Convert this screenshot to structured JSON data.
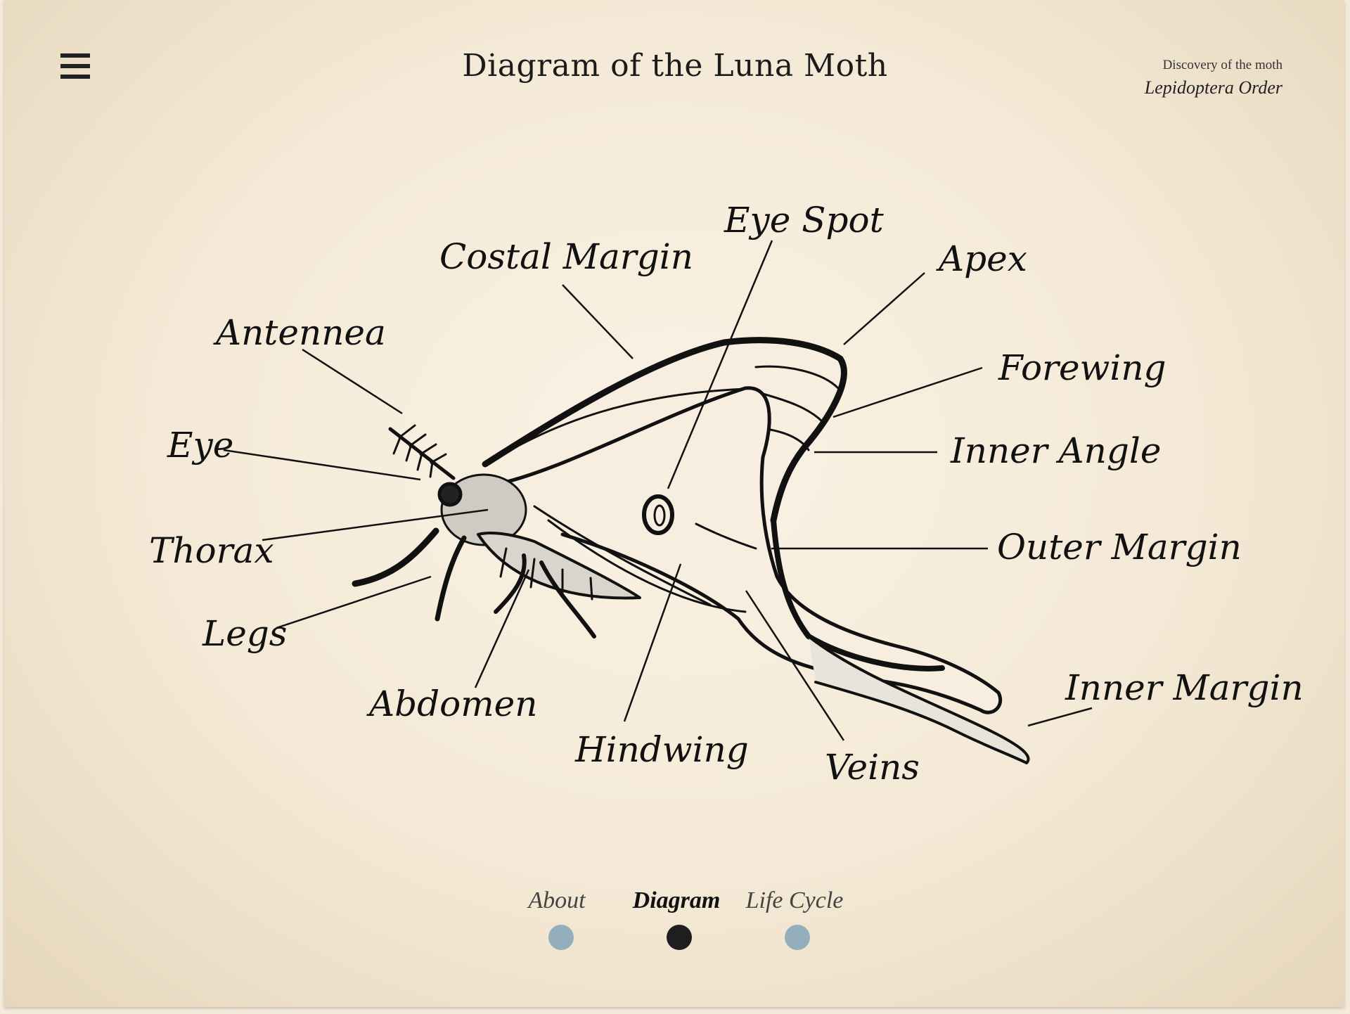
{
  "header": {
    "title": "Diagram of the Luna Moth",
    "menu_icon": "hamburger-menu-icon",
    "discovery_label": "Discovery of the moth",
    "order_label": "Lepidoptera Order"
  },
  "diagram": {
    "labels": [
      {
        "key": "eye_spot",
        "text": "Eye Spot"
      },
      {
        "key": "costal_margin",
        "text": "Costal Margin"
      },
      {
        "key": "apex",
        "text": "Apex"
      },
      {
        "key": "antennea",
        "text": "Antennea"
      },
      {
        "key": "forewing",
        "text": "Forewing"
      },
      {
        "key": "eye",
        "text": "Eye"
      },
      {
        "key": "inner_angle",
        "text": "Inner Angle"
      },
      {
        "key": "thorax",
        "text": "Thorax"
      },
      {
        "key": "outer_margin",
        "text": "Outer Margin"
      },
      {
        "key": "legs",
        "text": "Legs"
      },
      {
        "key": "inner_margin",
        "text": "Inner Margin"
      },
      {
        "key": "abdomen",
        "text": "Abdomen"
      },
      {
        "key": "hindwing",
        "text": "Hindwing"
      },
      {
        "key": "veins",
        "text": "Veins"
      }
    ]
  },
  "nav": {
    "tabs": [
      {
        "label": "About",
        "active": false
      },
      {
        "label": "Diagram",
        "active": true
      },
      {
        "label": "Life Cycle",
        "active": false
      }
    ],
    "colors": {
      "active_dot": "#1e1e1e",
      "inactive_dot": "#94aebb"
    }
  }
}
